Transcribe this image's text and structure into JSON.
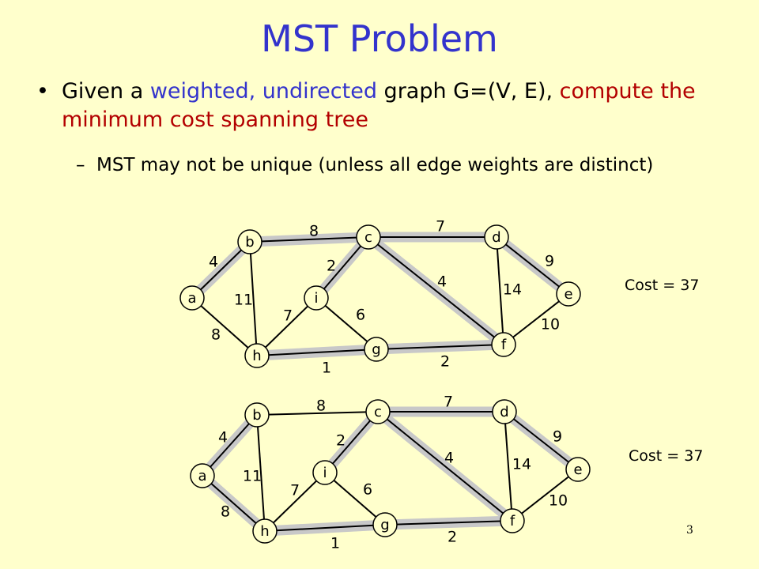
{
  "title": "MST Problem",
  "bullet": {
    "symbol": "•",
    "part1": "Given a ",
    "part2": "weighted, undirected",
    "part3": " graph G=(V, E), ",
    "part4": "compute the minimum cost spanning tree"
  },
  "sub_bullet": {
    "symbol": "–",
    "text": "MST may not be unique (unless all edge weights are distinct)"
  },
  "graphs": [
    {
      "cost_label": "Cost = 37",
      "mst_edges": [
        "a-b",
        "b-c",
        "c-d",
        "d-e",
        "c-i",
        "c-f",
        "h-g",
        "g-f"
      ]
    },
    {
      "cost_label": "Cost = 37",
      "mst_edges": [
        "a-b",
        "a-h",
        "c-d",
        "d-e",
        "c-i",
        "c-f",
        "h-g",
        "g-f"
      ]
    }
  ],
  "nodes": [
    "a",
    "b",
    "c",
    "d",
    "e",
    "f",
    "g",
    "h",
    "i"
  ],
  "edges": [
    {
      "id": "a-b",
      "from": "a",
      "to": "b",
      "weight": "4"
    },
    {
      "id": "a-h",
      "from": "a",
      "to": "h",
      "weight": "8"
    },
    {
      "id": "b-h",
      "from": "b",
      "to": "h",
      "weight": "11"
    },
    {
      "id": "b-c",
      "from": "b",
      "to": "c",
      "weight": "8"
    },
    {
      "id": "c-i",
      "from": "c",
      "to": "i",
      "weight": "2"
    },
    {
      "id": "c-d",
      "from": "c",
      "to": "d",
      "weight": "7"
    },
    {
      "id": "c-f",
      "from": "c",
      "to": "f",
      "weight": "4"
    },
    {
      "id": "d-f",
      "from": "d",
      "to": "f",
      "weight": "14"
    },
    {
      "id": "d-e",
      "from": "d",
      "to": "e",
      "weight": "9"
    },
    {
      "id": "e-f",
      "from": "e",
      "to": "f",
      "weight": "10"
    },
    {
      "id": "h-i",
      "from": "h",
      "to": "i",
      "weight": "7"
    },
    {
      "id": "i-g",
      "from": "i",
      "to": "g",
      "weight": "6"
    },
    {
      "id": "h-g",
      "from": "h",
      "to": "g",
      "weight": "1"
    },
    {
      "id": "g-f",
      "from": "g",
      "to": "f",
      "weight": "2"
    }
  ],
  "page_number": "3"
}
